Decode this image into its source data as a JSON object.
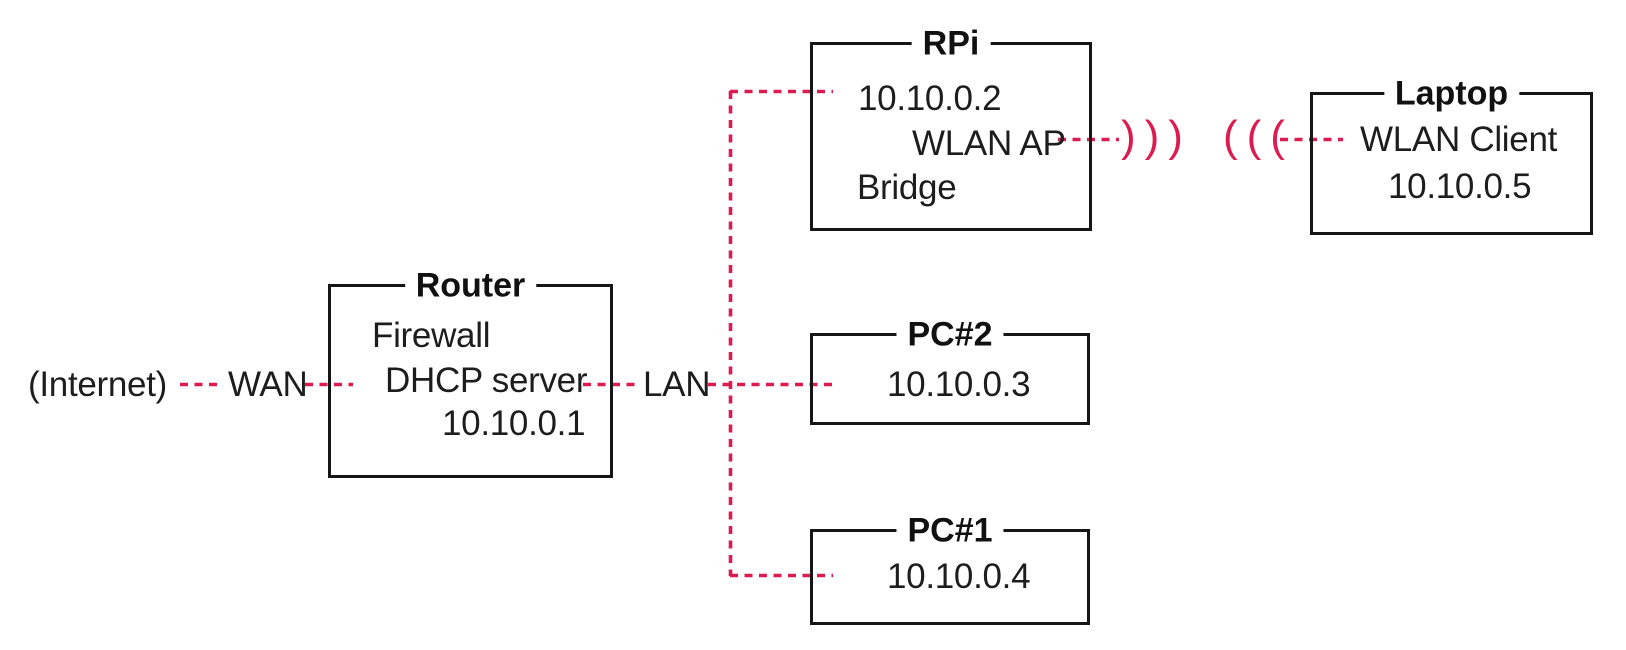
{
  "diagram": {
    "type": "network-topology",
    "labels": {
      "internet": "(Internet)",
      "wan": "WAN",
      "lan": "LAN"
    },
    "nodes": {
      "router": {
        "title": "Router",
        "lines": [
          "Firewall",
          "DHCP server",
          "10.10.0.1"
        ]
      },
      "rpi": {
        "title": "RPi",
        "lines": [
          "10.10.0.2",
          "WLAN AP",
          "Bridge"
        ]
      },
      "pc2": {
        "title": "PC#2",
        "lines": [
          "10.10.0.3"
        ]
      },
      "pc1": {
        "title": "PC#1",
        "lines": [
          "10.10.0.4"
        ]
      },
      "laptop": {
        "title": "Laptop",
        "lines": [
          "WLAN Client",
          "10.10.0.5"
        ]
      }
    },
    "wifi": {
      "ap_waves": ")))",
      "client_waves": "((("
    },
    "colors": {
      "connection": "#dc1b50",
      "border": "#161616",
      "text": "#1d1d1d"
    }
  }
}
